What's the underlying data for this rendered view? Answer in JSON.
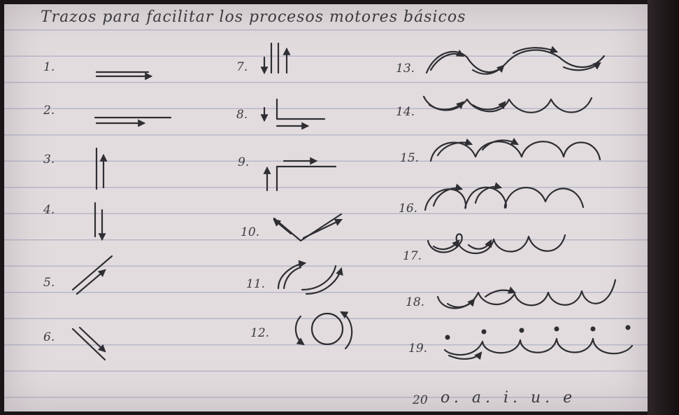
{
  "title": "Trazos para facilitar los procesos motores básicos",
  "items": [
    {
      "label": "1."
    },
    {
      "label": "2."
    },
    {
      "label": "3."
    },
    {
      "label": "4."
    },
    {
      "label": "5."
    },
    {
      "label": "6."
    },
    {
      "label": "7."
    },
    {
      "label": "8."
    },
    {
      "label": "9."
    },
    {
      "label": "10."
    },
    {
      "label": "11."
    },
    {
      "label": "12."
    },
    {
      "label": "13."
    },
    {
      "label": "14."
    },
    {
      "label": "15."
    },
    {
      "label": "16."
    },
    {
      "label": "17."
    },
    {
      "label": "18."
    },
    {
      "label": "19."
    }
  ],
  "item20": {
    "label": "20",
    "letters": "o. a. i. u. e"
  },
  "colors": {
    "paper": "#e2dcde",
    "rule": "#b7b8c8",
    "ink": "#2e2e33",
    "background": "#1a1516"
  }
}
